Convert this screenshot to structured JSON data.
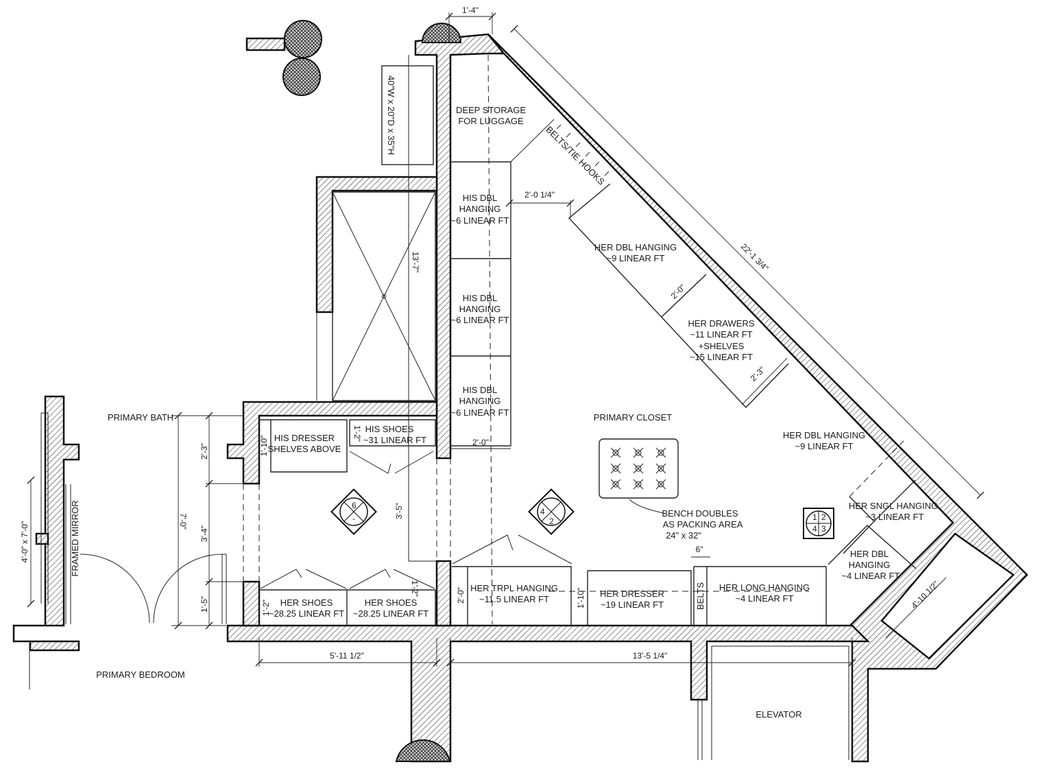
{
  "rooms": {
    "primary_bath": "PRIMARY BATH",
    "primary_bedroom": "PRIMARY BEDROOM",
    "primary_closet": "PRIMARY CLOSET",
    "elevator": "ELEVATOR"
  },
  "fixtures": {
    "framed_mirror": "FRAMED MIRROR",
    "mirror_size": "4'-0\" x 7'-0\"",
    "cabinet_size": "40\"W x 20\"D x 35\"H",
    "belts_tie_hooks": "BELTS/TIE HOOKS",
    "belts": "BELTS"
  },
  "areas": {
    "deep_storage": [
      "DEEP STORAGE",
      "FOR LUGGAGE"
    ],
    "his_dbl_1": [
      "HIS DBL",
      "HANGING",
      "~6 LINEAR FT"
    ],
    "his_dbl_2": [
      "HIS DBL",
      "HANGING",
      "~6 LINEAR FT"
    ],
    "his_dbl_3": [
      "HIS DBL",
      "HANGING",
      "~6 LINEAR FT"
    ],
    "his_dresser": [
      "HIS DRESSER",
      "SHELVES ABOVE"
    ],
    "his_shoes": [
      "HIS SHOES",
      "~31 LINEAR FT"
    ],
    "her_shoes_1": [
      "HER SHOES",
      "~28.25 LINEAR FT"
    ],
    "her_shoes_2": [
      "HER SHOES",
      "~28.25 LINEAR FT"
    ],
    "her_trpl": [
      "HER TRPL HANGING",
      "~11.5 LINEAR FT"
    ],
    "her_dresser": [
      "HER DRESSER",
      "~19 LINEAR FT"
    ],
    "her_long": [
      "HER LONG HANGING",
      "~4 LINEAR FT"
    ],
    "her_dbl_a": [
      "HER DBL HANGING",
      "~9 LINEAR FT"
    ],
    "her_drawers": [
      "HER DRAWERS",
      "~11 LINEAR FT",
      "+SHELVES",
      "~15 LINEAR FT"
    ],
    "her_dbl_b": [
      "HER DBL HANGING",
      "~9 LINEAR FT"
    ],
    "her_sngl": [
      "HER SNGL HANGING",
      "~3 LINEAR FT"
    ],
    "her_dbl_c": [
      "HER DBL",
      "HANGING",
      "~4 LINEAR FT"
    ],
    "bench": [
      "BENCH DOUBLES",
      "AS PACKING AREA",
      "24\" x 32\""
    ]
  },
  "dimensions": {
    "top_jamb": "1'-4\"",
    "diagonal_overall": "22'-1 3/4\"",
    "shelf_depth": "2'-0 1/4\"",
    "her_dbl_depth": "2'-0\"",
    "her_drawers_depth": "2'-3\"",
    "his_dbl_depth": "2'-0\"",
    "height_13_7": "13'-7\"",
    "bath_2_3": "2'-3\"",
    "bath_3_4": "3'-4\"",
    "bath_1_5": "1'-5\"",
    "bath_7_0": "7'-0\"",
    "his_dresser_depth": "1'-10\"",
    "his_shoes_depth": "1'-2\"",
    "her_shoes_depth": "1'-2\"",
    "her_shoes_depth_2": "1'-2\"",
    "center_3_5": "3'-5\"",
    "her_trpl_depth": "2'-0\"",
    "her_dresser_depth": "1'-10\"",
    "belts_width": "6\"",
    "elevator_wall": "4'-10 1/2\"",
    "bottom_left": "5'-11 1/2\"",
    "bottom_right": "13'-5 1/4\""
  },
  "tags": {
    "tag_a": [
      "6",
      "-",
      "-",
      "-"
    ],
    "tag_b": [
      "4",
      "2",
      "-",
      "-"
    ],
    "tag_c": [
      "1",
      "2",
      "3",
      "4"
    ]
  }
}
